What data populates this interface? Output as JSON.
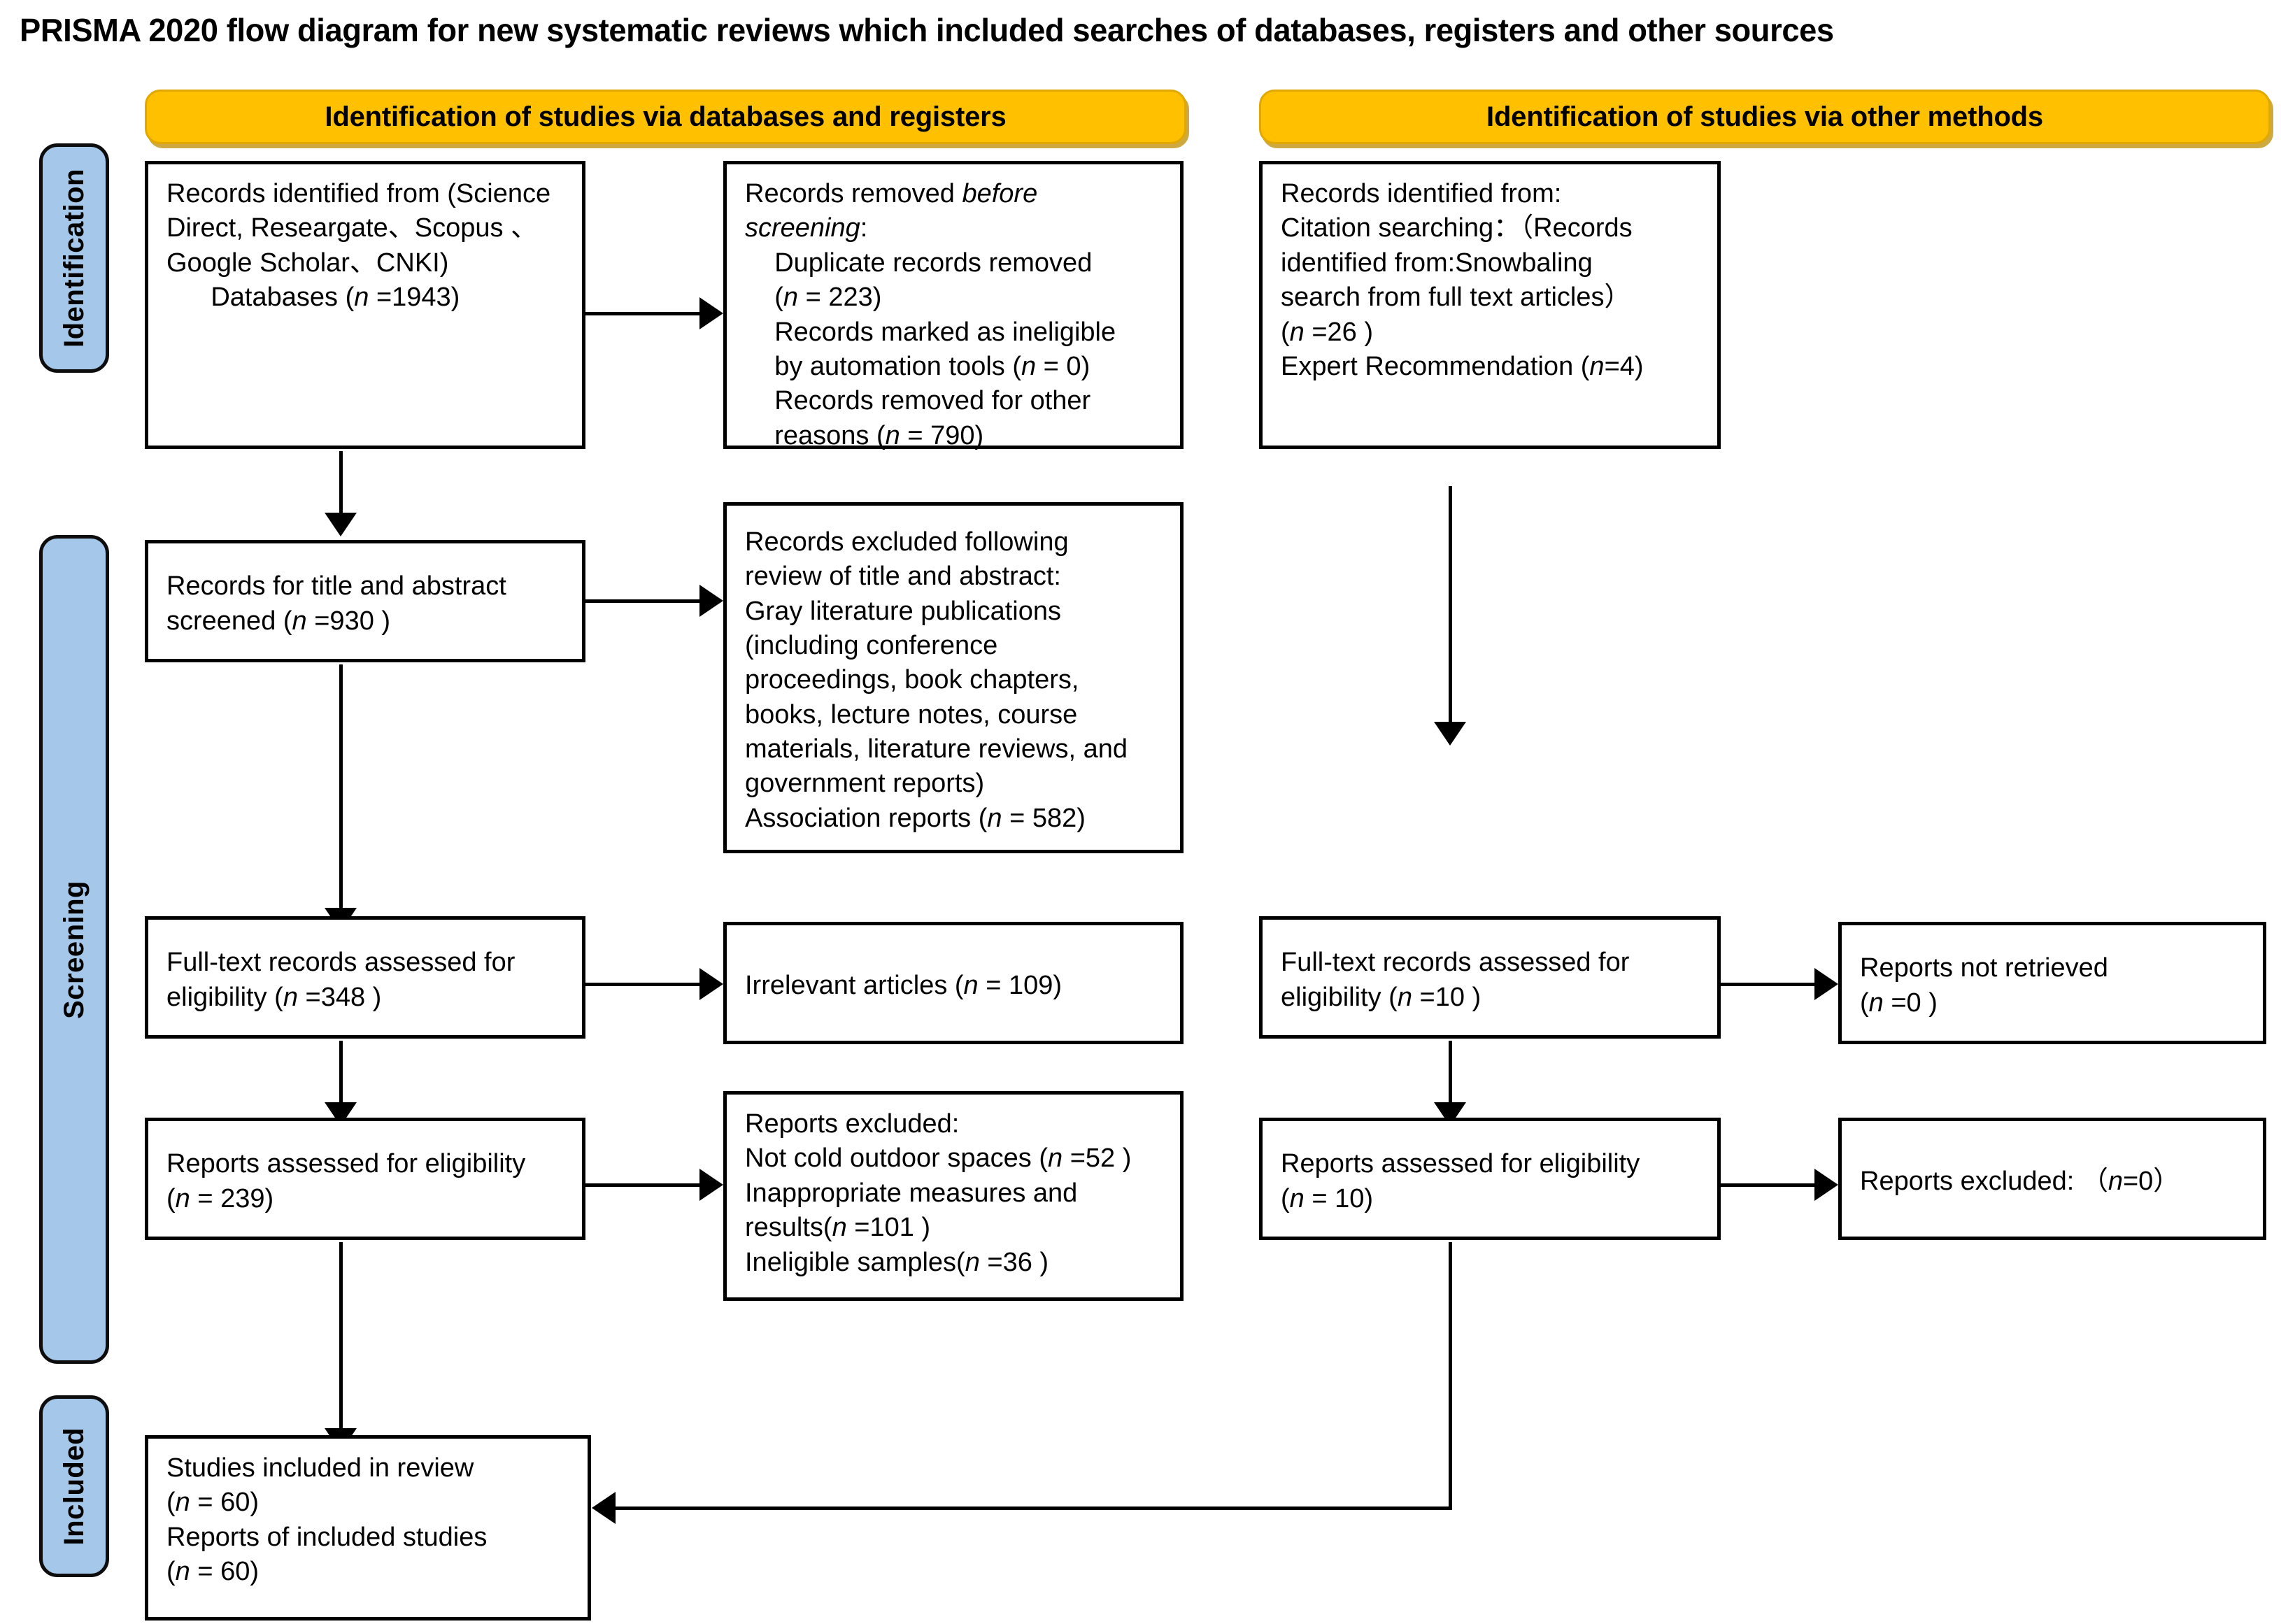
{
  "title": "PRISMA 2020 flow diagram for new systematic reviews which included searches of databases, registers and other sources",
  "section_headers": {
    "databases": "Identification of studies via databases and registers",
    "other": "Identification of studies via other methods"
  },
  "stages": {
    "identification": "Identification",
    "screening": "Screening",
    "included": "Included"
  },
  "colors": {
    "header_fill": "#FFC000",
    "header_border": "#E0A800",
    "stage_fill": "#A5C8EA",
    "box_border": "#000000",
    "page_background": "#FFFFFF"
  },
  "boxes": {
    "records_identified": {
      "line1": "Records identified from (Science",
      "line2": "Direct, Researgate、Scopus 、",
      "line3": "Google Scholar、CNKI)",
      "line4": "      Databases (",
      "line4_n": "n",
      "line4_end": " =1943)"
    },
    "records_removed": {
      "head1": "Records removed ",
      "head1_em": "before",
      "head2_em": "screening",
      "head2_end": ":",
      "item1": "    Duplicate records removed",
      "item1b_pre": "    (",
      "item1b_n": "n",
      "item1b_post": " = 223)",
      "item2": "    Records marked as ineligible",
      "item2b_pre": "    by automation tools (",
      "item2b_n": "n",
      "item2b_post": " = 0)",
      "item3": "    Records removed for other",
      "item3b_pre": "    reasons (",
      "item3b_n": "n",
      "item3b_post": " = 790)"
    },
    "records_identified_other": {
      "line1": "Records identified from:",
      "line2": "Citation searching：（Records",
      "line3": "identified from:Snowbaling",
      "line4": "search from full text articles）",
      "line5_pre": "(",
      "line5_n": "n",
      "line5_post": " =26 )",
      "line6_pre": "Expert Recommendation (",
      "line6_n": "n",
      "line6_post": "=4)"
    },
    "records_screened": {
      "line1": "Records for title and abstract",
      "line2_pre": "screened (",
      "line2_n": "n",
      "line2_post": " =930 )"
    },
    "records_excluded": {
      "line1": "Records excluded following",
      "line2": "review of title and abstract:",
      "line3": "Gray literature publications",
      "line4": "(including conference",
      "line5": "proceedings, book chapters,",
      "line6": "books, lecture notes, course",
      "line7": "materials, literature reviews, and",
      "line8": "government reports)",
      "line9_pre": "Association reports (",
      "line9_n": "n",
      "line9_post": " = 582)"
    },
    "fulltext_db": {
      "line1": "Full-text records assessed for",
      "line2_pre": "eligibility (",
      "line2_n": "n",
      "line2_post": " =348 )"
    },
    "irrelevant": {
      "line1_pre": "Irrelevant articles (",
      "line1_n": "n",
      "line1_post": " = 109)"
    },
    "fulltext_other": {
      "line1": "Full-text records assessed for",
      "line2_pre": "eligibility (",
      "line2_n": "n",
      "line2_post": " =10 )"
    },
    "not_retrieved": {
      "line1": "Reports not retrieved",
      "line2_pre": "(",
      "line2_n": "n",
      "line2_post": " =0 )"
    },
    "reports_assessed_db": {
      "line1": "Reports assessed for eligibility",
      "line2_pre": "(",
      "line2_n": "n",
      "line2_post": " = 239)"
    },
    "reports_excluded_db": {
      "line1": "Reports excluded:",
      "line2_pre": "Not cold outdoor spaces (",
      "line2_n": "n",
      "line2_post": " =52 )",
      "line3": "Inappropriate measures and",
      "line4_pre": "results(",
      "line4_n": "n",
      "line4_post": " =101 )",
      "line5_pre": "Ineligible samples(",
      "line5_n": "n",
      "line5_post": " =36 )"
    },
    "reports_assessed_other": {
      "line1": "Reports assessed for eligibility",
      "line2_pre": "(",
      "line2_n": "n",
      "line2_post": " = 10)"
    },
    "reports_excluded_other": {
      "line1_pre": "Reports excluded: （",
      "line1_n": "n",
      "line1_post": "=0）"
    },
    "studies_included": {
      "line1": "Studies included in review",
      "line2_pre": "(",
      "line2_n": "n",
      "line2_post": " = 60)",
      "line3": "Reports of included studies",
      "line4_pre": "(",
      "line4_n": "n",
      "line4_post": " = 60)"
    }
  }
}
